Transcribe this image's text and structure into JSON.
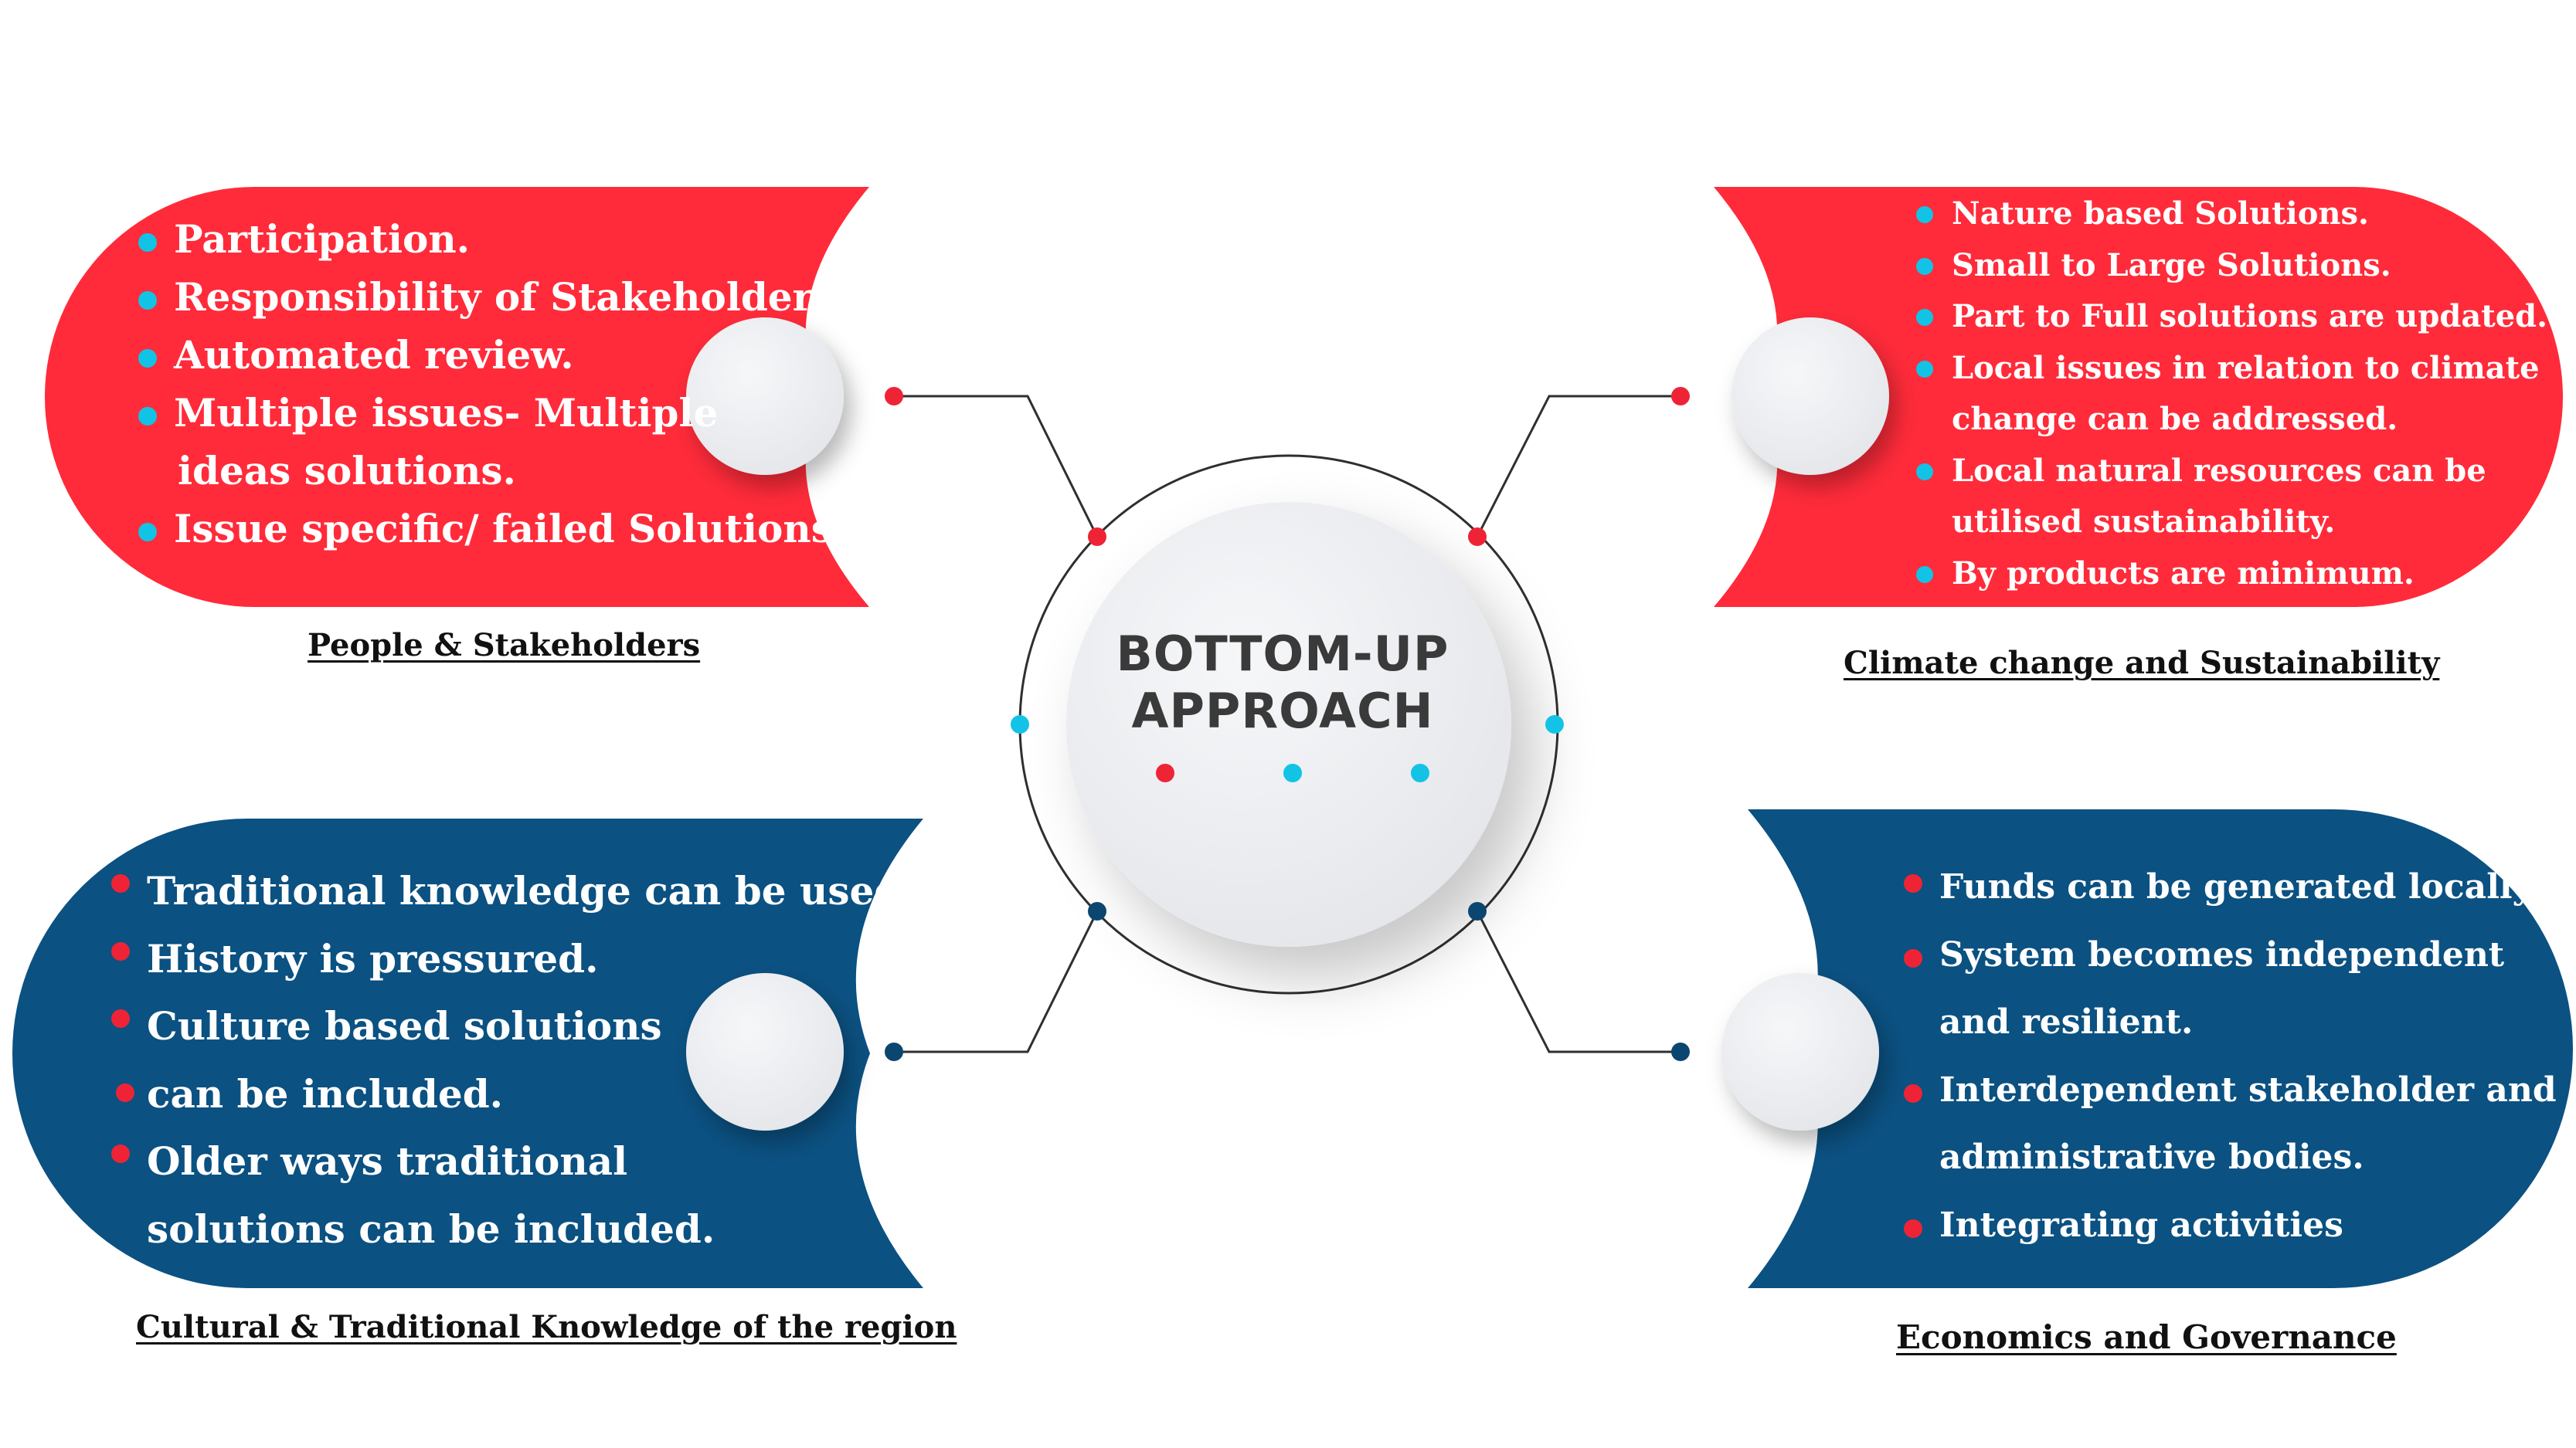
{
  "center": {
    "title_line1": "BOTTOM-UP",
    "title_line2": "APPROACH"
  },
  "colors": {
    "red": "#ff2b3a",
    "navy": "#0b5182",
    "cyan": "#12c3e6",
    "dot_red": "#ee2436",
    "knob": "#eceef1",
    "caption": "#111111"
  },
  "quadrants": {
    "top_left": {
      "caption": "People & Stakeholders",
      "items": [
        "Participation.",
        "Responsibility of Stakeholder.",
        "Automated review.",
        "Multiple issues- Multiple",
        "ideas solutions.",
        "Issue specific/ failed Solutions."
      ]
    },
    "top_right": {
      "caption": "Climate change and Sustainability",
      "items": [
        "Nature based Solutions.",
        "Small to Large Solutions.",
        "Part to Full solutions are updated.",
        "Local issues in relation to climate",
        "change can be addressed.",
        "Local natural resources can be",
        "utilised sustainability.",
        "By products are minimum."
      ]
    },
    "bottom_left": {
      "caption": "Cultural & Traditional  Knowledge of the region",
      "items": [
        "Traditional knowledge can be used.",
        "History is pressured.",
        "Culture based solutions",
        "can be included.",
        "Older ways traditional",
        "solutions  can be  included."
      ]
    },
    "bottom_right": {
      "caption": "Economics and Governance",
      "items": [
        "Funds can be generated locally.",
        "System becomes independent",
        "and resilient.",
        "Interdependent stakeholder and",
        "administrative bodies.",
        "Integrating activities"
      ]
    }
  }
}
